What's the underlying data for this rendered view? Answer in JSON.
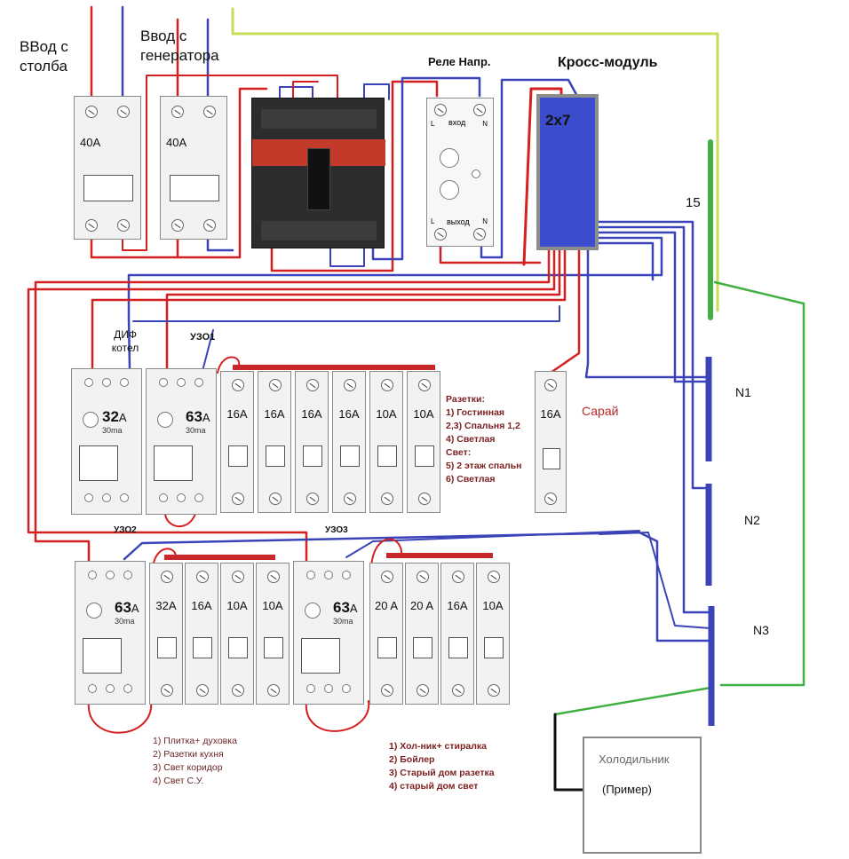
{
  "labels": {
    "input_pole": "ВВод с столба",
    "input_generator": "Ввод с генератора",
    "voltage_relay": "Реле Напр.",
    "cross_module": "Кросс-модуль",
    "cross_module_size": "2x7",
    "ground_bus": "15",
    "dif_boiler": "ДИФ котел",
    "uzo1": "УЗО1",
    "uzo2": "УЗО2",
    "uzo3": "УЗО3",
    "shed": "Сарай",
    "n1": "N1",
    "n2": "N2",
    "n3": "N3",
    "fridge": "Холодильник",
    "fridge_example": "(Пример)"
  },
  "relay": {
    "in": "вход",
    "out": "выход",
    "l": "L",
    "n": "N"
  },
  "top_breakers": [
    {
      "rating": "40A"
    },
    {
      "rating": "40A"
    }
  ],
  "row1": {
    "dif": {
      "rating": "32",
      "unit": "A",
      "sens": "30ma"
    },
    "uzo1": {
      "rating": "63",
      "unit": "A",
      "sens": "30ma"
    },
    "breakers": [
      "16A",
      "16A",
      "16A",
      "16A",
      "10A",
      "10A"
    ],
    "shed_breaker": "16A"
  },
  "row2": {
    "uzo2": {
      "rating": "63",
      "unit": "A",
      "sens": "30ma"
    },
    "breakers_a": [
      "32A",
      "16A",
      "10A",
      "10A"
    ],
    "uzo3": {
      "rating": "63",
      "unit": "A",
      "sens": "30ma"
    },
    "breakers_b": [
      "20 A",
      "20 A",
      "16A",
      "10A"
    ]
  },
  "notes": {
    "sockets": [
      "Разетки:",
      "1) Гостинная",
      "2,3) Спальня 1,2",
      "4) Светлая",
      "Свет:",
      "5) 2 этаж спальн",
      "6) Светлая"
    ],
    "kitchen": [
      "1) Плитка+ духовка",
      "2) Разетки кухня",
      "3) Свет коридор",
      "4) Свет С.У."
    ],
    "group3": [
      "1) Хол-ник+ стиралка",
      "2) Бойлер",
      "3) Старый дом разетка",
      "4) старый дом свет"
    ]
  },
  "colors": {
    "phase": "#d42020",
    "neutral": "#3a44b8",
    "ground": "#40b040",
    "ground_top": "#c8de5a",
    "module": "#3b4ccc"
  }
}
